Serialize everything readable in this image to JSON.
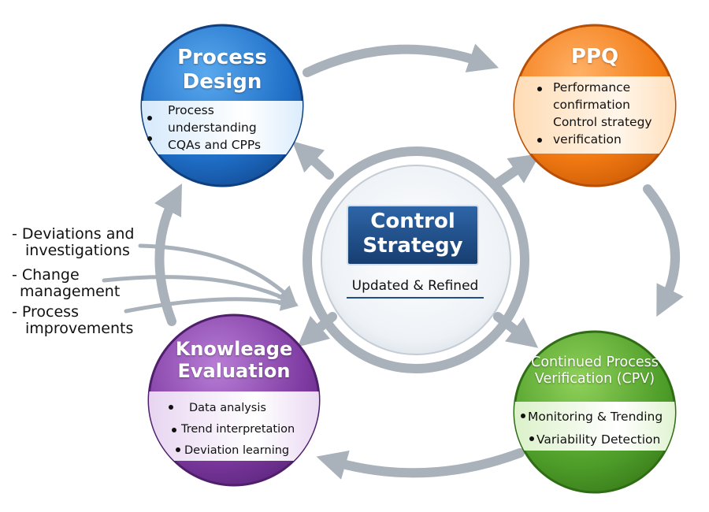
{
  "center": {
    "title_line1": "Control",
    "title_line2": "Strategy",
    "subtitle": "Updated & Refined"
  },
  "nodes": {
    "process_design": {
      "title_line1": "Process",
      "title_line2": "Design",
      "bullets": [
        "Process",
        "understanding",
        "CQAs and CPPs"
      ],
      "color": "#1f6fc8"
    },
    "ppq": {
      "title": "PPQ",
      "bullets": [
        "Performance",
        "confirmation",
        "Control strategy",
        "verification"
      ],
      "color": "#f27a13"
    },
    "cpv": {
      "title_line1": "Continued Process",
      "title_line2": "Verification (CPV)",
      "bullets": [
        "Monitoring & Trending",
        "Variability Detection"
      ],
      "color": "#4f9e2a"
    },
    "knowledge_evaluation": {
      "title_line1": "Knowleage",
      "title_line2": "Evaluation",
      "bullets": [
        "Data analysis",
        "Trend interpretation",
        "Deviation learning"
      ],
      "color": "#7e3aa1"
    }
  },
  "inputs": [
    {
      "line1": "- Deviations and",
      "line2": "investigations"
    },
    {
      "line1": "- Change",
      "line2": "management"
    },
    {
      "line1": "- Process",
      "line2": "improvements"
    }
  ],
  "colors": {
    "arrow": "#a9b1bb",
    "center_box": "#1f4e8a"
  }
}
